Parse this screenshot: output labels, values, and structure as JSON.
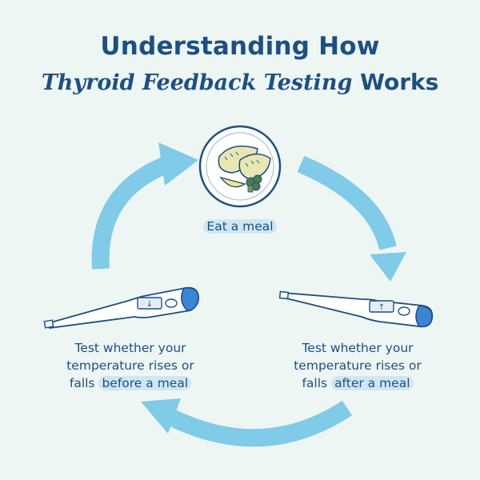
{
  "title": {
    "line1": "Understanding How",
    "line2_italic": "Thyroid Feedback Testing",
    "line2_plain": "Works"
  },
  "steps": {
    "eat": {
      "highlight": "Eat a meal"
    },
    "before": {
      "line1": "Test whether your",
      "line2": "temperature rises or",
      "line3_plain": "falls",
      "line3_highlight": "before a meal"
    },
    "after": {
      "line1": "Test whether your",
      "line2": "temperature rises or",
      "line3_plain": "falls",
      "line3_highlight": "after a meal"
    }
  },
  "colors": {
    "navy": "#1d4f84",
    "arrow": "#7fcbe8",
    "highlight": "#cfe7f4",
    "background": "#eef6f4",
    "thermometer_cap": "#3a86d4"
  },
  "icons": {
    "meal": "plate-with-food-icon",
    "thermometer_before": "thermometer-down-icon",
    "thermometer_after": "thermometer-up-icon"
  }
}
